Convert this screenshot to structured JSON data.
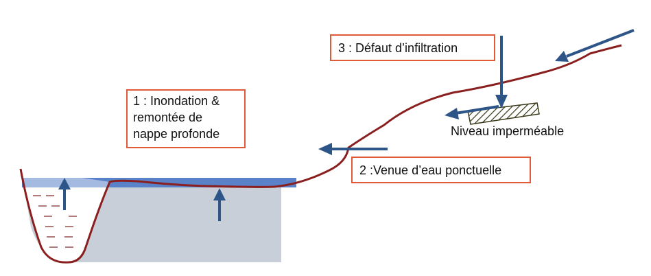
{
  "labels": {
    "inondation": "1 : Inondation &\nremontée de\nnappe profonde",
    "venue": "2 :Venue d’eau ponctuelle",
    "defaut": "3 : Défaut d’infiltration",
    "niveau": "Niveau imperméable"
  },
  "colors": {
    "terrain": "#8a1f1f",
    "arrow": "#2e5587",
    "water_surface": "#5a82c9",
    "ground_fill": "#c9cfd8",
    "box_border": "#e05a3a",
    "dashes": "#b07a7a"
  }
}
